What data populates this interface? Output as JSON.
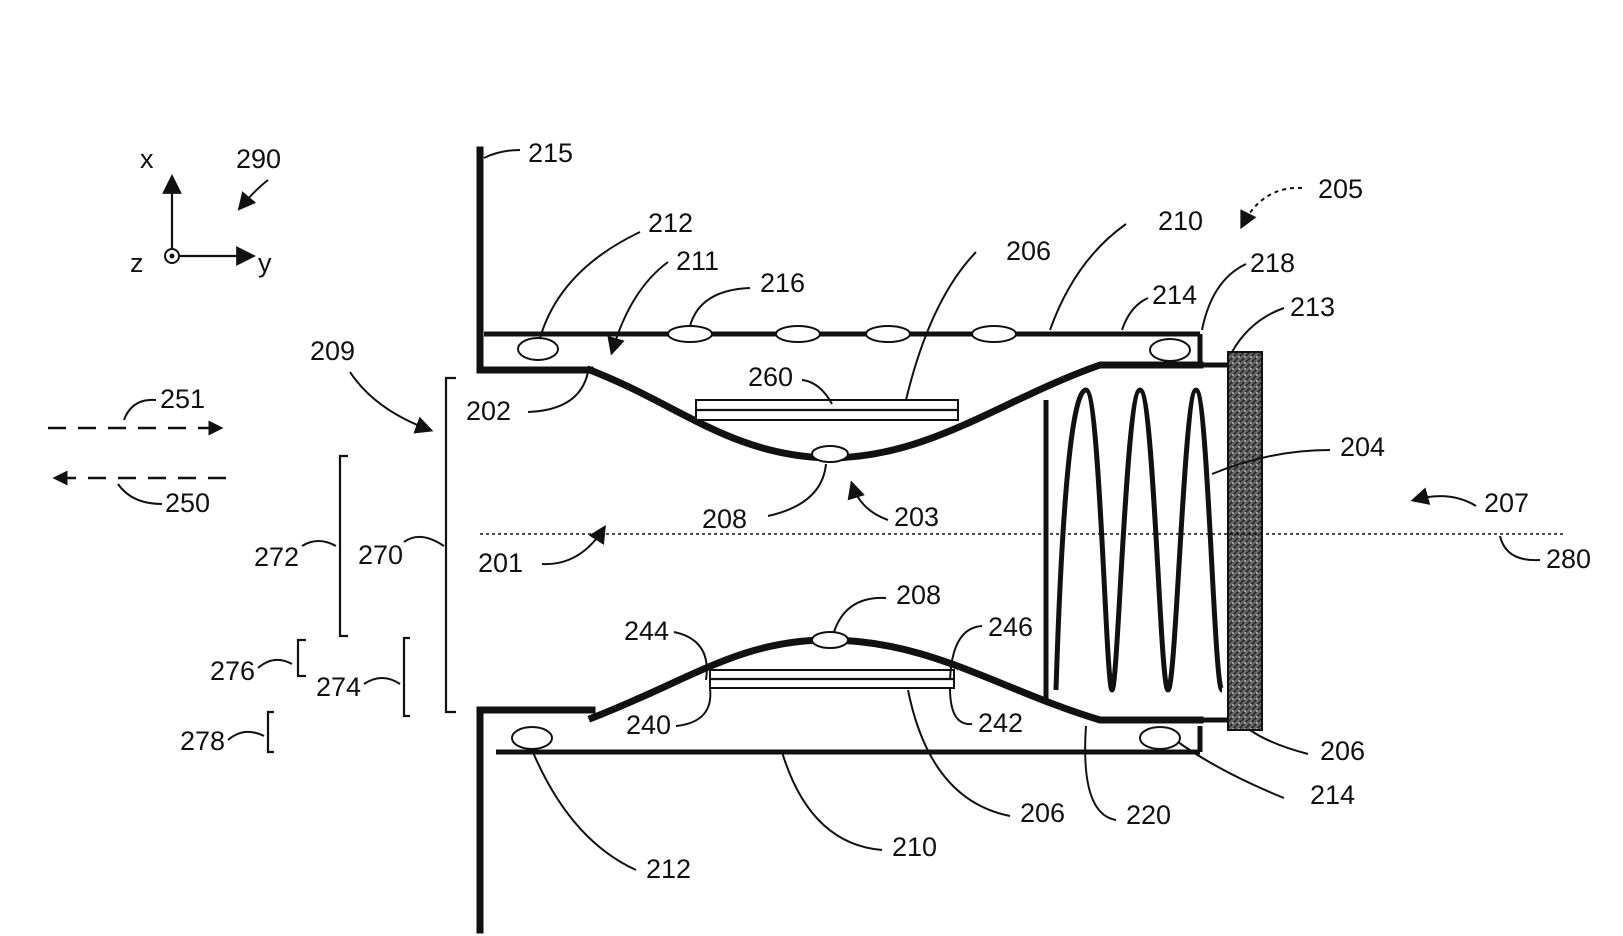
{
  "figure": {
    "labels": {
      "x": "x",
      "y": "y",
      "z": "z",
      "l290": "290",
      "l215": "215",
      "l212_top": "212",
      "l211": "211",
      "l216": "216",
      "l206_top": "206",
      "l210_top": "210",
      "l205": "205",
      "l218": "218",
      "l214_top": "214",
      "l213": "213",
      "l209": "209",
      "l202": "202",
      "l260": "260",
      "l204": "204",
      "l251": "251",
      "l250": "250",
      "l208_top": "208",
      "l203": "203",
      "l207": "207",
      "l201": "201",
      "l272": "272",
      "l270": "270",
      "l280": "280",
      "l208_bottom": "208",
      "l244": "244",
      "l246": "246",
      "l276": "276",
      "l274": "274",
      "l240": "240",
      "l242": "242",
      "l278": "278",
      "l206_right": "206",
      "l214_bottom": "214",
      "l206_bottom": "206",
      "l220": "220",
      "l210_bottom": "210",
      "l212_bottom": "212"
    },
    "colors": {
      "line": "#111111",
      "background": "#ffffff",
      "hatch": "#555555"
    }
  }
}
